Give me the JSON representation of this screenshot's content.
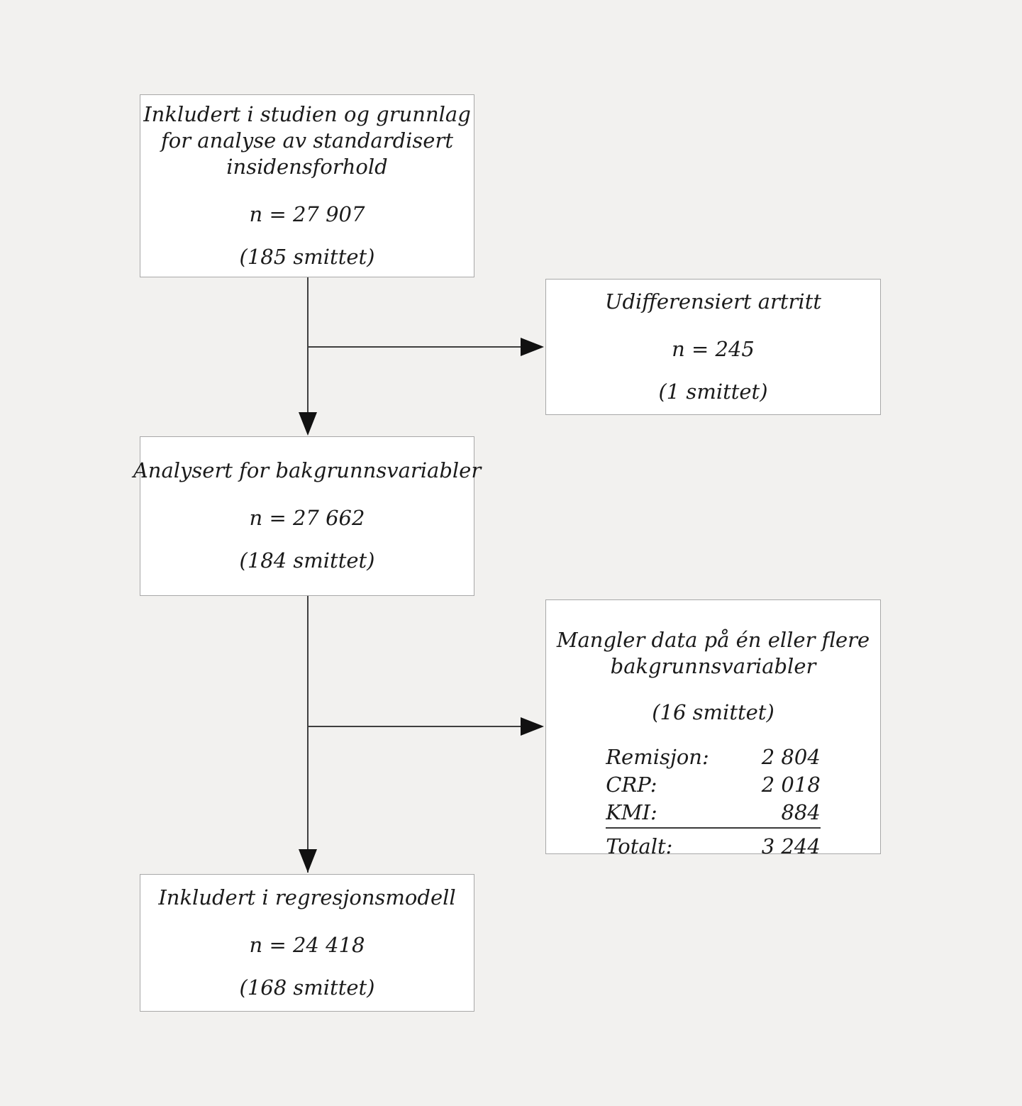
{
  "figure": {
    "kind": "flow-diagram",
    "language": "no",
    "background_color": "#f2f1ef",
    "box_fill_color": "#ffffff",
    "box_border_color": "#a8a8a8",
    "connector_color": "#3f3f3f",
    "text_color": "#1b1b1b"
  },
  "nodes": {
    "start": {
      "title_line1": "Inkludert i studien og grunnlag",
      "title_line2": "for analyse av standardisert",
      "title_line3": "insidensforhold",
      "stat": "n = 27 907",
      "sub": "(185 smittet)"
    },
    "undifferentiated": {
      "title_line1": "Udifferensiert artritt",
      "stat": "n = 245",
      "sub": "(1 smittet)"
    },
    "analysed": {
      "title_line1": "Analysert for bakgrunnsvariabler",
      "stat": "n = 27 662",
      "sub": "(184 smittet)"
    },
    "missing": {
      "title_line1": "Mangler data på én eller flere",
      "title_line2": "bakgrunnsvariabler",
      "sub": "(16 smittet)",
      "breakdown": [
        {
          "label": "Remisjon:",
          "value": "2 804"
        },
        {
          "label": "CRP:",
          "value": "2 018"
        },
        {
          "label": "KMI:",
          "value": "884"
        },
        {
          "label": "Totalt:",
          "value": "3 244"
        }
      ]
    },
    "final": {
      "title_line1": "Inkludert i regresjonsmodell",
      "stat": "n = 24 418",
      "sub": "(168 smittet)"
    }
  }
}
